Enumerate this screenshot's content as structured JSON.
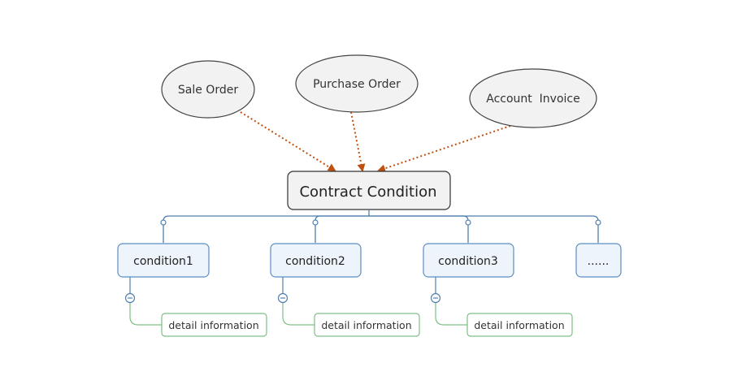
{
  "sources": [
    {
      "label": "Sale Order"
    },
    {
      "label": "Purchase Order"
    },
    {
      "label": "Account  Invoice"
    }
  ],
  "center": {
    "label": "Contract Condition"
  },
  "conditions": [
    {
      "label": "condition1",
      "detail": "detail information"
    },
    {
      "label": "condition2",
      "detail": "detail information"
    },
    {
      "label": "condition3",
      "detail": "detail information"
    },
    {
      "label": "......"
    }
  ],
  "colors": {
    "ellipse_fill": "#f2f2f2",
    "ellipse_stroke": "#444444",
    "arrow": "#c0500f",
    "center_fill": "#f2f2f2",
    "center_stroke": "#333333",
    "tree_line": "#4f7fae",
    "condition_fill": "#eef4fb",
    "condition_stroke": "#5b8ec4",
    "detail_fill": "#ffffff",
    "detail_stroke": "#7fbf86",
    "detail_line": "#7fbf86"
  },
  "icons": {
    "collapse": "collapse-minus-icon",
    "connector": "connector-dot-icon"
  }
}
